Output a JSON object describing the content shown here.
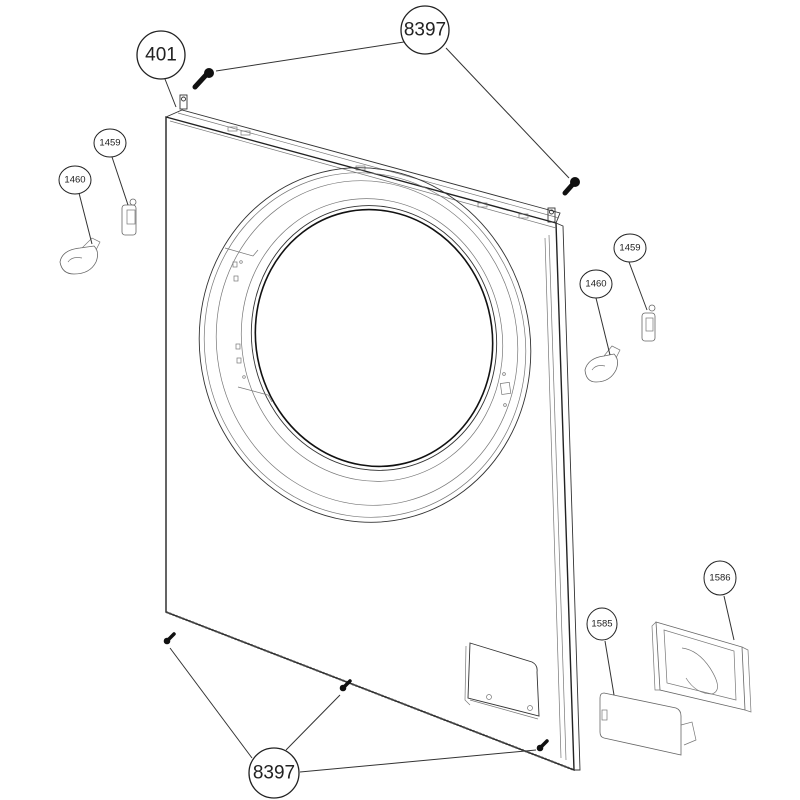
{
  "diagram": {
    "title": "Washing machine front panel exploded view",
    "callouts": [
      {
        "id": "callout-401",
        "label": "401",
        "part": "front panel"
      },
      {
        "id": "callout-8397-top",
        "label": "8397",
        "part": "screw (top)"
      },
      {
        "id": "callout-1459-left",
        "label": "1459",
        "part": "hinge clip (left)"
      },
      {
        "id": "callout-1460-left",
        "label": "1460",
        "part": "hinge bracket (left)"
      },
      {
        "id": "callout-1459-right",
        "label": "1459",
        "part": "hinge clip (right)"
      },
      {
        "id": "callout-1460-right",
        "label": "1460",
        "part": "hinge bracket (right)"
      },
      {
        "id": "callout-1586",
        "label": "1586",
        "part": "filter frame"
      },
      {
        "id": "callout-1585",
        "label": "1585",
        "part": "filter cover door"
      },
      {
        "id": "callout-8397-bottom",
        "label": "8397",
        "part": "screw (bottom)"
      }
    ]
  }
}
